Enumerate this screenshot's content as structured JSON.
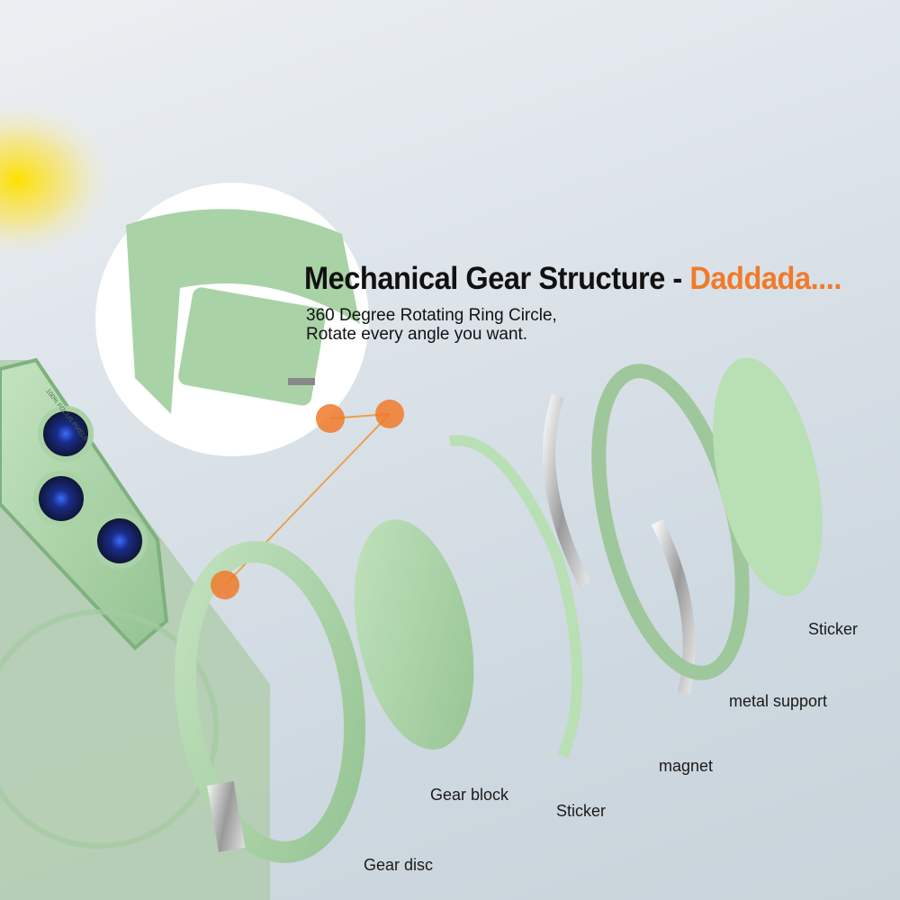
{
  "headline": {
    "title": "Mechanical Gear Structure",
    "separator": "-",
    "brand": "Daddada....",
    "brand_color": "#f07a2a"
  },
  "subtitle": {
    "line1": "360 Degree Rotating Ring Circle,",
    "line2": "Rotate every angle you want."
  },
  "engraving": "100% FOCUS PIXELS",
  "parts": [
    {
      "label": "Sticker"
    },
    {
      "label": "metal support"
    },
    {
      "label": "magnet"
    },
    {
      "label": "Gear block"
    },
    {
      "label": "Sticker"
    },
    {
      "label": "Gear disc"
    }
  ],
  "colors": {
    "case_green": "#a9d3a6",
    "accent_dot": "#f07a2a"
  }
}
